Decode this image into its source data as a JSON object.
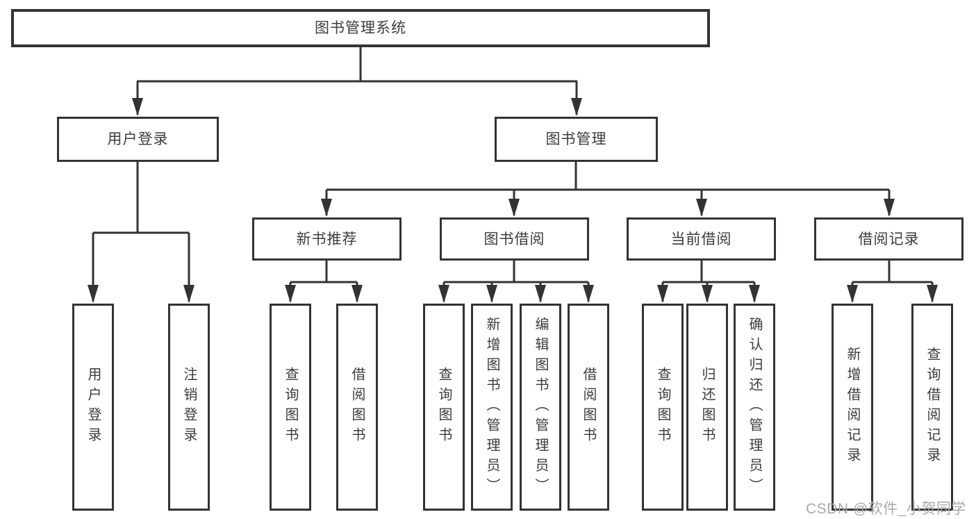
{
  "tree": {
    "label": "图书管理系统",
    "children": [
      {
        "label": "用户登录",
        "children": [
          {
            "label": "用户登录"
          },
          {
            "label": "注销登录"
          }
        ]
      },
      {
        "label": "图书管理",
        "children": [
          {
            "label": "新书推荐",
            "children": [
              {
                "label": "查询图书"
              },
              {
                "label": "借阅图书"
              }
            ]
          },
          {
            "label": "图书借阅",
            "children": [
              {
                "label": "查询图书"
              },
              {
                "label": "新增图书（管理员）"
              },
              {
                "label": "编辑图书（管理员）"
              },
              {
                "label": "借阅图书"
              }
            ]
          },
          {
            "label": "当前借阅",
            "children": [
              {
                "label": "查询图书"
              },
              {
                "label": "归还图书"
              },
              {
                "label": "确认归还（管理员）"
              }
            ]
          },
          {
            "label": "借阅记录",
            "children": [
              {
                "label": "新增借阅记录"
              },
              {
                "label": "查询借阅记录"
              }
            ]
          }
        ]
      }
    ]
  },
  "watermark": {
    "text": "CSDN @软件_小贺同学"
  },
  "colors": {
    "line": "#333333",
    "box_border": "#333333",
    "text": "#3c3c3c",
    "watermark_text": "#a9a9a9",
    "background": "#ffffff"
  }
}
